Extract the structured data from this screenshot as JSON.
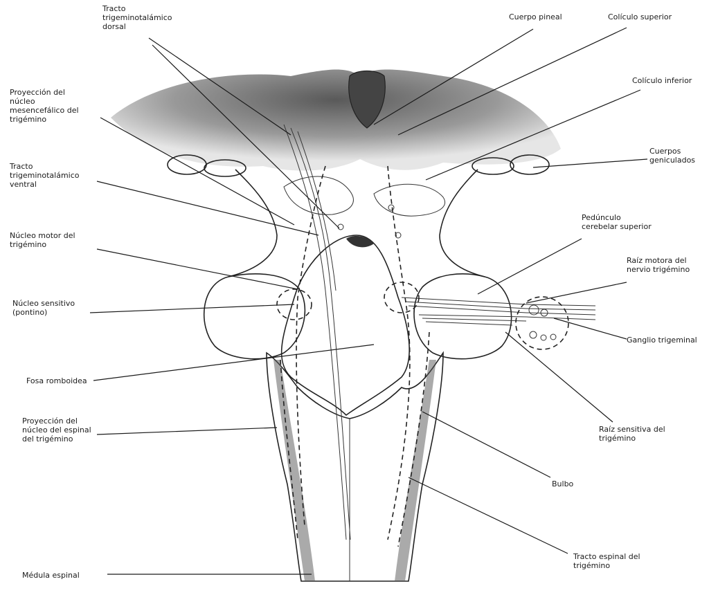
{
  "labels": {
    "tracto_dorsal": [
      "Tracto",
      "trigeminotalámico",
      "dorsal"
    ],
    "cuerpo_pineal": [
      "Cuerpo pineal"
    ],
    "coliculo_superior": [
      "Colículo superior"
    ],
    "coliculo_inferior": [
      "Colículo inferior"
    ],
    "proyeccion_mesencefalico": [
      "Proyección del",
      "núcleo",
      "mesencefálico del",
      "trigémino"
    ],
    "cuerpos_geniculados": [
      "Cuerpos",
      "geniculados"
    ],
    "tracto_ventral": [
      "Tracto",
      "trigeminotalámico",
      "ventral"
    ],
    "pedunculo": [
      "Pedúnculo",
      "cerebelar superior"
    ],
    "nucleo_motor": [
      "Núcleo motor del",
      "trigémino"
    ],
    "raiz_motora": [
      "Raíz motora del",
      "nervio trigémino"
    ],
    "nucleo_sensitivo": [
      "Núcleo sensitivo",
      "(pontino)"
    ],
    "ganglio": [
      "Ganglio trigeminal"
    ],
    "fosa": [
      "Fosa romboidea"
    ],
    "raiz_sensitiva": [
      "Raíz sensitiva del",
      "trigémino"
    ],
    "proyeccion_espinal": [
      "Proyección del",
      "núcleo del espinal",
      "del trigémino"
    ],
    "bulbo": [
      "Bulbo"
    ],
    "tracto_espinal": [
      "Tracto espinal del",
      "trigémino"
    ],
    "medula": [
      "Médula espinal"
    ]
  }
}
